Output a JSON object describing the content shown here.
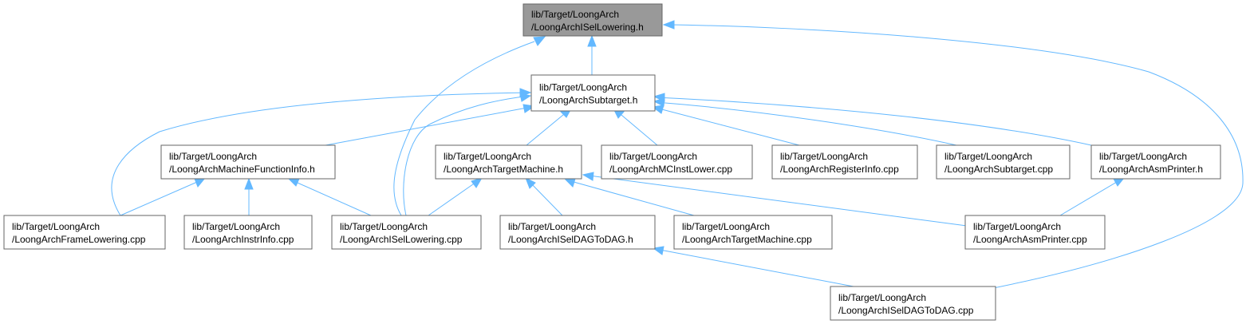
{
  "diagram": {
    "nodes": [
      {
        "id": "isel_h",
        "line1": "lib/Target/LoongArch",
        "line2": "/LoongArchISelLowering.h",
        "root": true
      },
      {
        "id": "subtarget_h",
        "line1": "lib/Target/LoongArch",
        "line2": "/LoongArchSubtarget.h"
      },
      {
        "id": "mfi_h",
        "line1": "lib/Target/LoongArch",
        "line2": "/LoongArchMachineFunctionInfo.h"
      },
      {
        "id": "tm_h",
        "line1": "lib/Target/LoongArch",
        "line2": "/LoongArchTargetMachine.h"
      },
      {
        "id": "mcinst_cpp",
        "line1": "lib/Target/LoongArch",
        "line2": "/LoongArchMCInstLower.cpp"
      },
      {
        "id": "reginfo_cpp",
        "line1": "lib/Target/LoongArch",
        "line2": "/LoongArchRegisterInfo.cpp"
      },
      {
        "id": "subtarget_cpp",
        "line1": "lib/Target/LoongArch",
        "line2": "/LoongArchSubtarget.cpp"
      },
      {
        "id": "asmprinter_h",
        "line1": "lib/Target/LoongArch",
        "line2": "/LoongArchAsmPrinter.h"
      },
      {
        "id": "framelow_cpp",
        "line1": "lib/Target/LoongArch",
        "line2": "/LoongArchFrameLowering.cpp"
      },
      {
        "id": "instrinfo_cpp",
        "line1": "lib/Target/LoongArch",
        "line2": "/LoongArchInstrInfo.cpp"
      },
      {
        "id": "isel_cpp",
        "line1": "lib/Target/LoongArch",
        "line2": "/LoongArchISelLowering.cpp"
      },
      {
        "id": "dag_h",
        "line1": "lib/Target/LoongArch",
        "line2": "/LoongArchISelDAGToDAG.h"
      },
      {
        "id": "tm_cpp",
        "line1": "lib/Target/LoongArch",
        "line2": "/LoongArchTargetMachine.cpp"
      },
      {
        "id": "asmprinter_cpp",
        "line1": "lib/Target/LoongArch",
        "line2": "/LoongArchAsmPrinter.cpp"
      },
      {
        "id": "dag_cpp",
        "line1": "lib/Target/LoongArch",
        "line2": "/LoongArchISelDAGToDAG.cpp"
      }
    ],
    "edges": [
      {
        "from": "subtarget_h",
        "to": "isel_h"
      },
      {
        "from": "isel_cpp",
        "to": "isel_h"
      },
      {
        "from": "dag_cpp",
        "to": "isel_h"
      },
      {
        "from": "mfi_h",
        "to": "subtarget_h"
      },
      {
        "from": "tm_h",
        "to": "subtarget_h"
      },
      {
        "from": "mcinst_cpp",
        "to": "subtarget_h"
      },
      {
        "from": "reginfo_cpp",
        "to": "subtarget_h"
      },
      {
        "from": "subtarget_cpp",
        "to": "subtarget_h"
      },
      {
        "from": "asmprinter_h",
        "to": "subtarget_h"
      },
      {
        "from": "framelow_cpp",
        "to": "subtarget_h"
      },
      {
        "from": "isel_cpp",
        "to": "subtarget_h"
      },
      {
        "from": "framelow_cpp",
        "to": "mfi_h"
      },
      {
        "from": "instrinfo_cpp",
        "to": "mfi_h"
      },
      {
        "from": "isel_cpp",
        "to": "mfi_h"
      },
      {
        "from": "isel_cpp",
        "to": "tm_h"
      },
      {
        "from": "dag_h",
        "to": "tm_h"
      },
      {
        "from": "tm_cpp",
        "to": "tm_h"
      },
      {
        "from": "asmprinter_cpp",
        "to": "tm_h"
      },
      {
        "from": "asmprinter_cpp",
        "to": "asmprinter_h"
      },
      {
        "from": "dag_cpp",
        "to": "dag_h"
      }
    ]
  },
  "colors": {
    "edge": "#63b8ff",
    "node_border": "#666666",
    "root_fill": "#999999",
    "node_fill": "#ffffff"
  }
}
